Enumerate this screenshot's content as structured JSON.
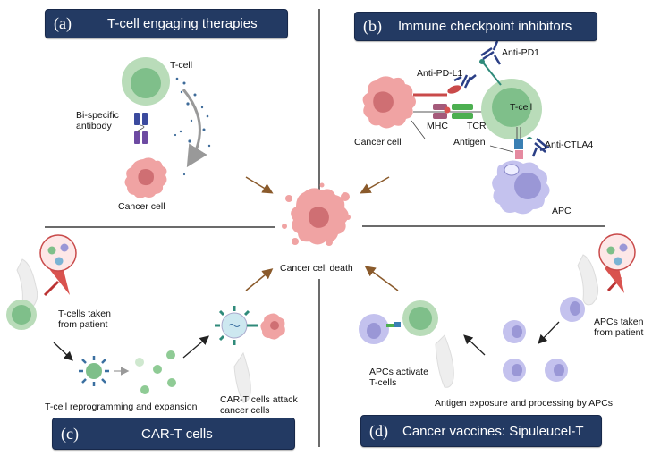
{
  "panels": {
    "a": {
      "letter": "(a)",
      "title": "T-cell engaging therapies",
      "labels": {
        "t_cell": "T-cell",
        "bispecific": "Bi-specific",
        "antibody": "antibody",
        "cancer_cell": "Cancer cell"
      }
    },
    "b": {
      "letter": "(b)",
      "title": "Immune checkpoint inhibitors",
      "labels": {
        "anti_pd1": "Anti-PD1",
        "anti_pdl1": "Anti-PD-L1",
        "t_cell": "T-cell",
        "mhc": "MHC",
        "tcr": "TCR",
        "cancer_cell": "Cancer cell",
        "antigen": "Antigen",
        "anti_ctla4": "Anti-CTLA4",
        "apc": "APC"
      }
    },
    "c": {
      "letter": "(c)",
      "title": "CAR-T cells",
      "labels": {
        "taken_1": "T-cells taken",
        "taken_2": "from patient",
        "reprogramming": "T-cell reprogramming and expansion",
        "attack_1": "CAR-T cells attack",
        "attack_2": "cancer cells"
      }
    },
    "d": {
      "letter": "(d)",
      "title": "Cancer vaccines: Sipuleucel-T",
      "labels": {
        "taken_1": "APCs taken",
        "taken_2": "from patient",
        "activate_1": "APCs activate",
        "activate_2": "T-cells",
        "exposure": "Antigen exposure and processing by APCs"
      }
    }
  },
  "center": {
    "label": "Cancer cell death"
  },
  "colors": {
    "title_bg": "#233a63",
    "tcell_outer": "#b9dcb9",
    "tcell_inner": "#7fbf8a",
    "cancer": "#f0a3a3",
    "cancer_nucleus": "#cf6f73",
    "apc": "#c4c2ee",
    "apc_nucleus": "#9a97d6",
    "antibody": "#2b3f86",
    "arrow_brown": "#8a5a2b"
  }
}
